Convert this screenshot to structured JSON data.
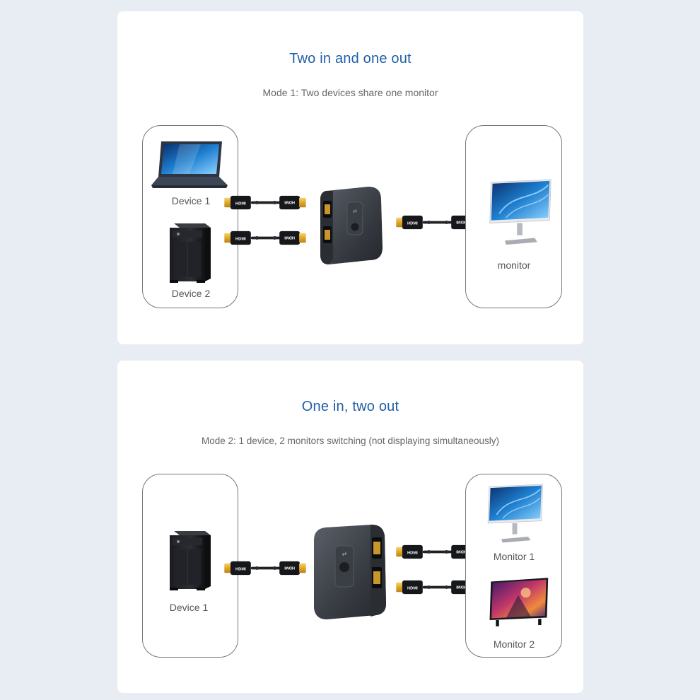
{
  "mode1": {
    "title": "Two in and one out",
    "subtitle": "Mode 1: Two devices share one monitor",
    "device1_label": "Device 1",
    "device2_label": "Device 2",
    "monitor_label": "monitor",
    "cable_text_left": "HDMI",
    "cable_text_right": "HDMI"
  },
  "mode2": {
    "title": "One in, two out",
    "subtitle": "Mode 2: 1 device, 2 monitors switching (not displaying simultaneously)",
    "device1_label": "Device 1",
    "monitor1_label": "Monitor 1",
    "monitor2_label": "Monitor 2",
    "cable_text_left": "HDMI",
    "cable_text_right": "HDMI"
  },
  "icons": [
    "laptop-icon",
    "pc-tower-icon",
    "monitor-icon",
    "tv-icon",
    "hdmi-switch-icon",
    "hdmi-cable-icon"
  ]
}
